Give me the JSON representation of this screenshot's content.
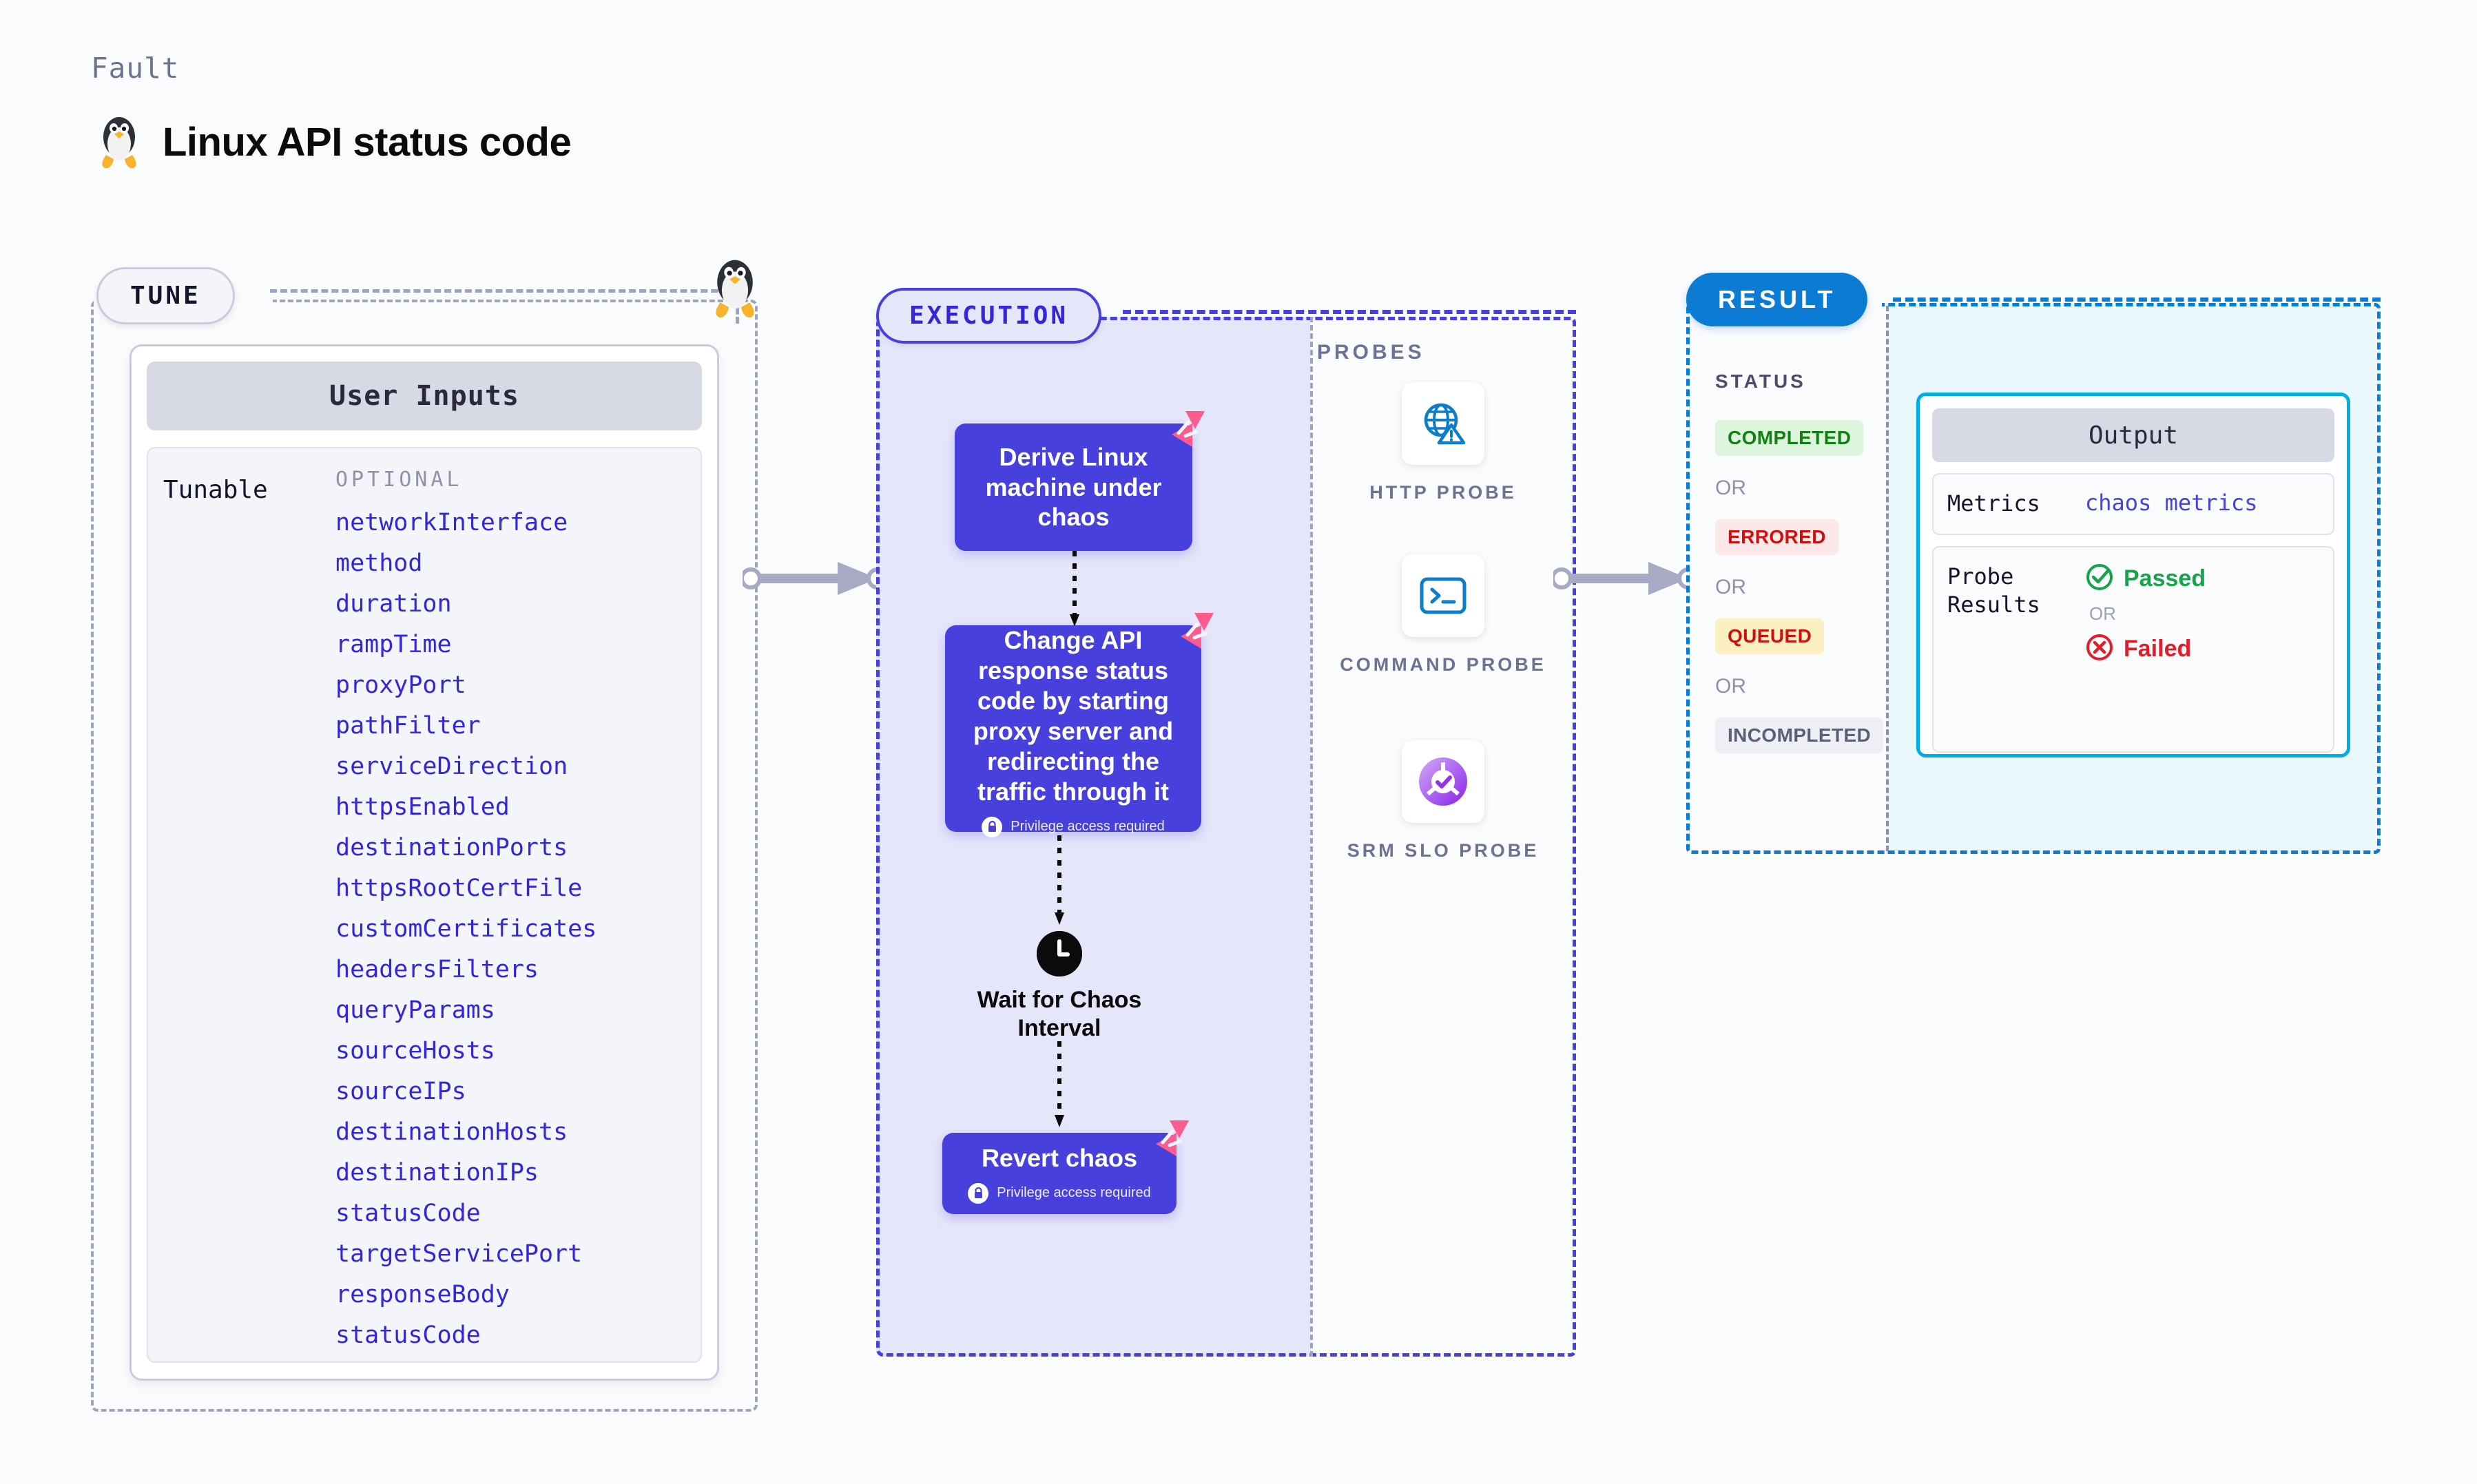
{
  "header": {
    "eyebrow": "Fault",
    "title": "Linux API status code",
    "icon": "linux-penguin-icon"
  },
  "tune": {
    "badge": "TUNE",
    "card_title": "User Inputs",
    "group_label": "Tunable",
    "section_label": "OPTIONAL",
    "params": [
      "networkInterface",
      "method",
      "duration",
      "rampTime",
      "proxyPort",
      "pathFilter",
      "serviceDirection",
      "httpsEnabled",
      "destinationPorts",
      "httpsRootCertFile",
      "customCertificates",
      "headersFilters",
      "queryParams",
      "sourceHosts",
      "sourceIPs",
      "destinationHosts",
      "destinationIPs",
      "statusCode",
      "targetServicePort",
      "responseBody",
      "statusCode"
    ]
  },
  "execution": {
    "badge": "EXECUTION",
    "nodes": [
      {
        "title": "Derive Linux machine under chaos",
        "privilege": null,
        "litmus_badge": true
      },
      {
        "title": "Change API response status code by starting proxy server and redirecting the traffic through it",
        "privilege": "Privilege access required",
        "litmus_badge": true
      }
    ],
    "wait": {
      "icon": "clock-icon",
      "label": "Wait for Chaos Interval"
    },
    "revert": {
      "title": "Revert chaos",
      "privilege": "Privilege access required",
      "litmus_badge": true
    }
  },
  "probes": {
    "label": "PROBES",
    "items": [
      {
        "name": "HTTP PROBE",
        "icon": "globe-warning-icon"
      },
      {
        "name": "COMMAND PROBE",
        "icon": "terminal-icon"
      },
      {
        "name": "SRM SLO PROBE",
        "icon": "slo-donut-check-icon"
      }
    ]
  },
  "result": {
    "badge": "RESULT",
    "status_label": "STATUS",
    "or_label": "OR",
    "statuses": [
      {
        "label": "COMPLETED",
        "bg": "#DCF5DC",
        "fg": "#148014"
      },
      {
        "label": "ERRORED",
        "bg": "#FCE8E8",
        "fg": "#CC1111"
      },
      {
        "label": "QUEUED",
        "bg": "#FCEFC2",
        "fg": "#CC1111"
      },
      {
        "label": "INCOMPLETED",
        "bg": "#EFF0F5",
        "fg": "#5C6077"
      }
    ],
    "output": {
      "title": "Output",
      "metrics_key": "Metrics",
      "metrics_value": "chaos metrics",
      "probe_key": "Probe Results",
      "passed": "Passed",
      "failed": "Failed",
      "or_label": "OR"
    }
  },
  "colors": {
    "page_bg": "#FAFBFD",
    "node_blue": "#4840DC",
    "exec_bg": "#E6E6FA",
    "result_blue": "#0B7BD4",
    "output_border": "#00AEE6",
    "param_blue": "#3426D6",
    "litmus_pink": "#FB5C8E"
  }
}
